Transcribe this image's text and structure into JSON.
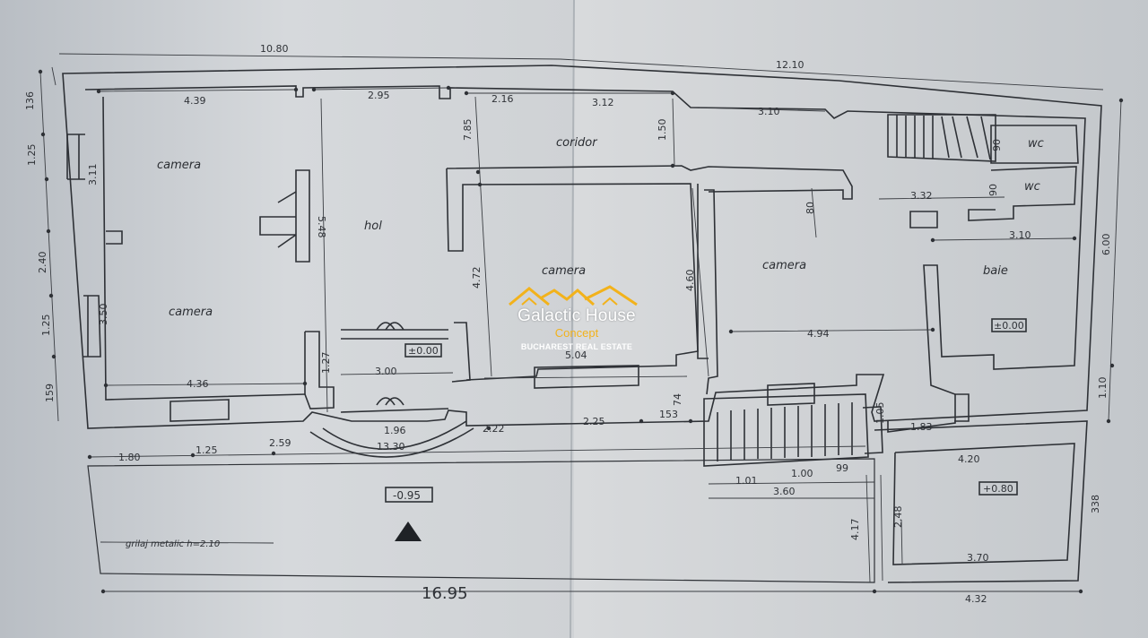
{
  "plan": {
    "dimensions": {
      "top_left": "10.80",
      "top_right": "12.10",
      "d_439": "4.39",
      "d_295": "2.95",
      "d_216": "2.16",
      "d_312": "3.12",
      "d_310a": "3.10",
      "d_150": "1.50",
      "d_785": "7.85",
      "d_548": "5.48",
      "d_472": "4.72",
      "d_460": "4.60",
      "d_494": "4.94",
      "d_504": "5.04",
      "d_436": "4.36",
      "d_300": "3.00",
      "d_127": "1.27",
      "d_332": "3.32",
      "d_310b": "3.10",
      "d_80": "80",
      "d_90a": "90",
      "d_90b": "90",
      "d_600": "6.00",
      "d_110": "1.10",
      "d_338": "338",
      "d_136": "136",
      "d_125a": "1.25",
      "d_311": "3.11",
      "d_240": "2.40",
      "d_350": "3.50",
      "d_125b": "1.25",
      "d_159": "159",
      "d_180": "1.80",
      "d_125c": "1.25",
      "d_259": "2.59",
      "d_196": "1.96",
      "d_1330": "13.30",
      "d_222": "2.22",
      "d_225": "2.25",
      "d_153": "153",
      "d_74": "74",
      "d_105": "1.05",
      "d_183": "1.83",
      "d_420": "4.20",
      "d_101": "1.01",
      "d_100": "1.00",
      "d_99": "99",
      "d_360": "3.60",
      "d_417": "4.17",
      "d_248": "2.48",
      "d_370": "3.70",
      "bottom_left": "16.95",
      "bottom_right": "4.32"
    },
    "rooms": {
      "camera_1": "camera",
      "camera_2": "camera",
      "hol": "hol",
      "coridor": "coridor",
      "camera_3": "camera",
      "camera_4": "camera",
      "baie": "baie",
      "wc_1": "wc",
      "wc_2": "wc"
    },
    "levels": {
      "lvl_000a": "±0.00",
      "lvl_000b": "±0.00",
      "lvl_095": "-0.95",
      "lvl_080": "+0.80"
    },
    "annotations": {
      "gate_note": "grilaj metalic h=2.10"
    }
  },
  "watermark": {
    "title": "Galactic House",
    "subtitle": "Concept",
    "tagline": "BUCHAREST REAL ESTATE",
    "colors": {
      "accent": "#f2b21b",
      "text": "#ffffff"
    }
  }
}
